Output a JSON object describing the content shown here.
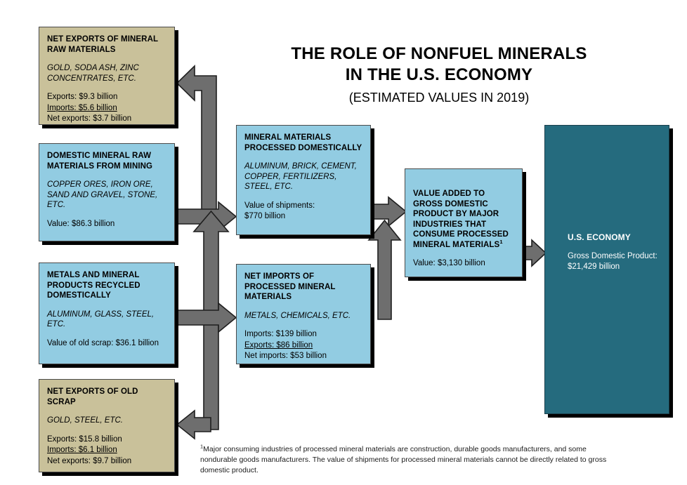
{
  "title": {
    "line1": "THE ROLE OF NONFUEL MINERALS",
    "line2": "IN THE U.S. ECONOMY",
    "subtitle": "(ESTIMATED VALUES IN 2019)"
  },
  "colors": {
    "tan": "#c9c19a",
    "blue": "#92cce2",
    "teal": "#256b7e",
    "arrow_fill": "#6e6e6e",
    "arrow_stroke": "#1a1a1a",
    "shadow": "#000000"
  },
  "boxes": {
    "net_exports_raw": {
      "heading": "NET EXPORTS OF MINERAL RAW MATERIALS",
      "examples": "GOLD, SODA ASH, ZINC CONCENTRATES, ETC.",
      "stat1": "Exports:  $9.3 billion",
      "stat2": "Imports:  $5.6 billion",
      "stat3": "Net exports:  $3.7 billion"
    },
    "domestic_raw": {
      "heading": "DOMESTIC MINERAL RAW MATERIALS FROM MINING",
      "examples": "COPPER ORES, IRON ORE, SAND AND GRAVEL, STONE, ETC.",
      "value": "Value:  $86.3 billion"
    },
    "recycled": {
      "heading": "METALS AND MINERAL PRODUCTS RECYCLED DOMESTICALLY",
      "examples": "ALUMINUM, GLASS, STEEL, ETC.",
      "value": "Value of old scrap:  $36.1 billion"
    },
    "net_exports_scrap": {
      "heading": "NET EXPORTS OF OLD SCRAP",
      "examples": "GOLD, STEEL, ETC.",
      "stat1": "Exports:  $15.8 billion",
      "stat2": "Imports:  $6.1 billion",
      "stat3": "Net exports:  $9.7 billion"
    },
    "processed": {
      "heading": "MINERAL MATERIALS PROCESSED DOMESTICALLY",
      "examples": "ALUMINUM, BRICK, CEMENT, COPPER, FERTILIZERS, STEEL, ETC.",
      "value_line1": "Value of shipments:",
      "value_line2": "$770 billion"
    },
    "net_imports_processed": {
      "heading": "NET IMPORTS OF PROCESSED MINERAL MATERIALS",
      "examples": "METALS, CHEMICALS, ETC.",
      "stat1": "Imports:  $139 billion",
      "stat2": "Exports:  $86 billion",
      "stat3": "Net imports:  $53 billion"
    },
    "value_added": {
      "heading": "VALUE ADDED TO GROSS DOMESTIC PRODUCT BY MAJOR INDUSTRIES THAT CONSUME PROCESSED MINERAL MATERIALS",
      "heading_footnote_marker": "1",
      "value": "Value:  $3,130 billion"
    },
    "us_economy": {
      "heading": "U.S. ECONOMY",
      "value_line1": "Gross Domestic Product:",
      "value_line2": "$21,429 billion"
    }
  },
  "footnote": {
    "marker": "1",
    "text": "Major consuming industries of processed mineral materials are construction, durable goods manufacturers, and some nondurable goods manufacturers. The value of shipments for processed mineral materials cannot be directly related to gross domestic product."
  }
}
